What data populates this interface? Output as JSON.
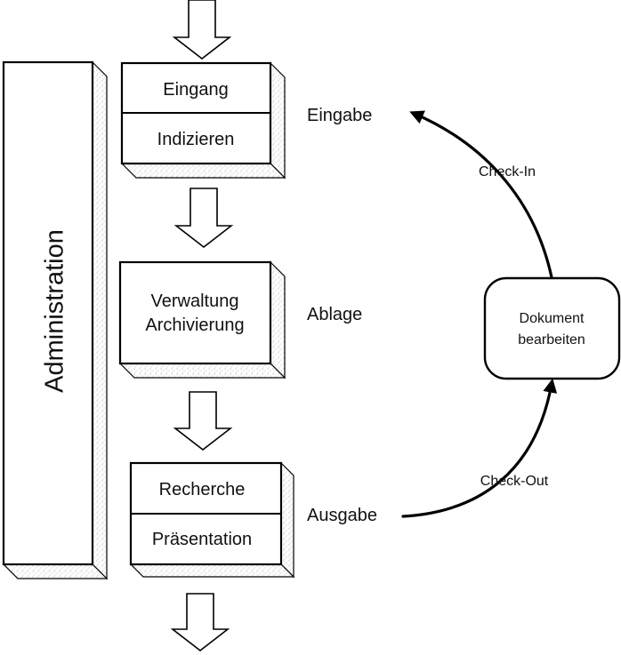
{
  "side_bar": {
    "label": "Administration"
  },
  "stages": {
    "input": {
      "rows": [
        "Eingang",
        "Indizieren"
      ],
      "label": "Eingabe"
    },
    "storage": {
      "lines": [
        "Verwaltung",
        "Archivierung"
      ],
      "label": "Ablage"
    },
    "output": {
      "rows": [
        "Recherche",
        "Präsentation"
      ],
      "label": "Ausgabe"
    }
  },
  "cycle": {
    "node_lines": [
      "Dokument",
      "bearbeiten"
    ],
    "check_in": "Check-In",
    "check_out": "Check-Out"
  },
  "colors": {
    "stroke": "#000000",
    "fill": "#ffffff",
    "stipple": "#8a8a8a"
  }
}
